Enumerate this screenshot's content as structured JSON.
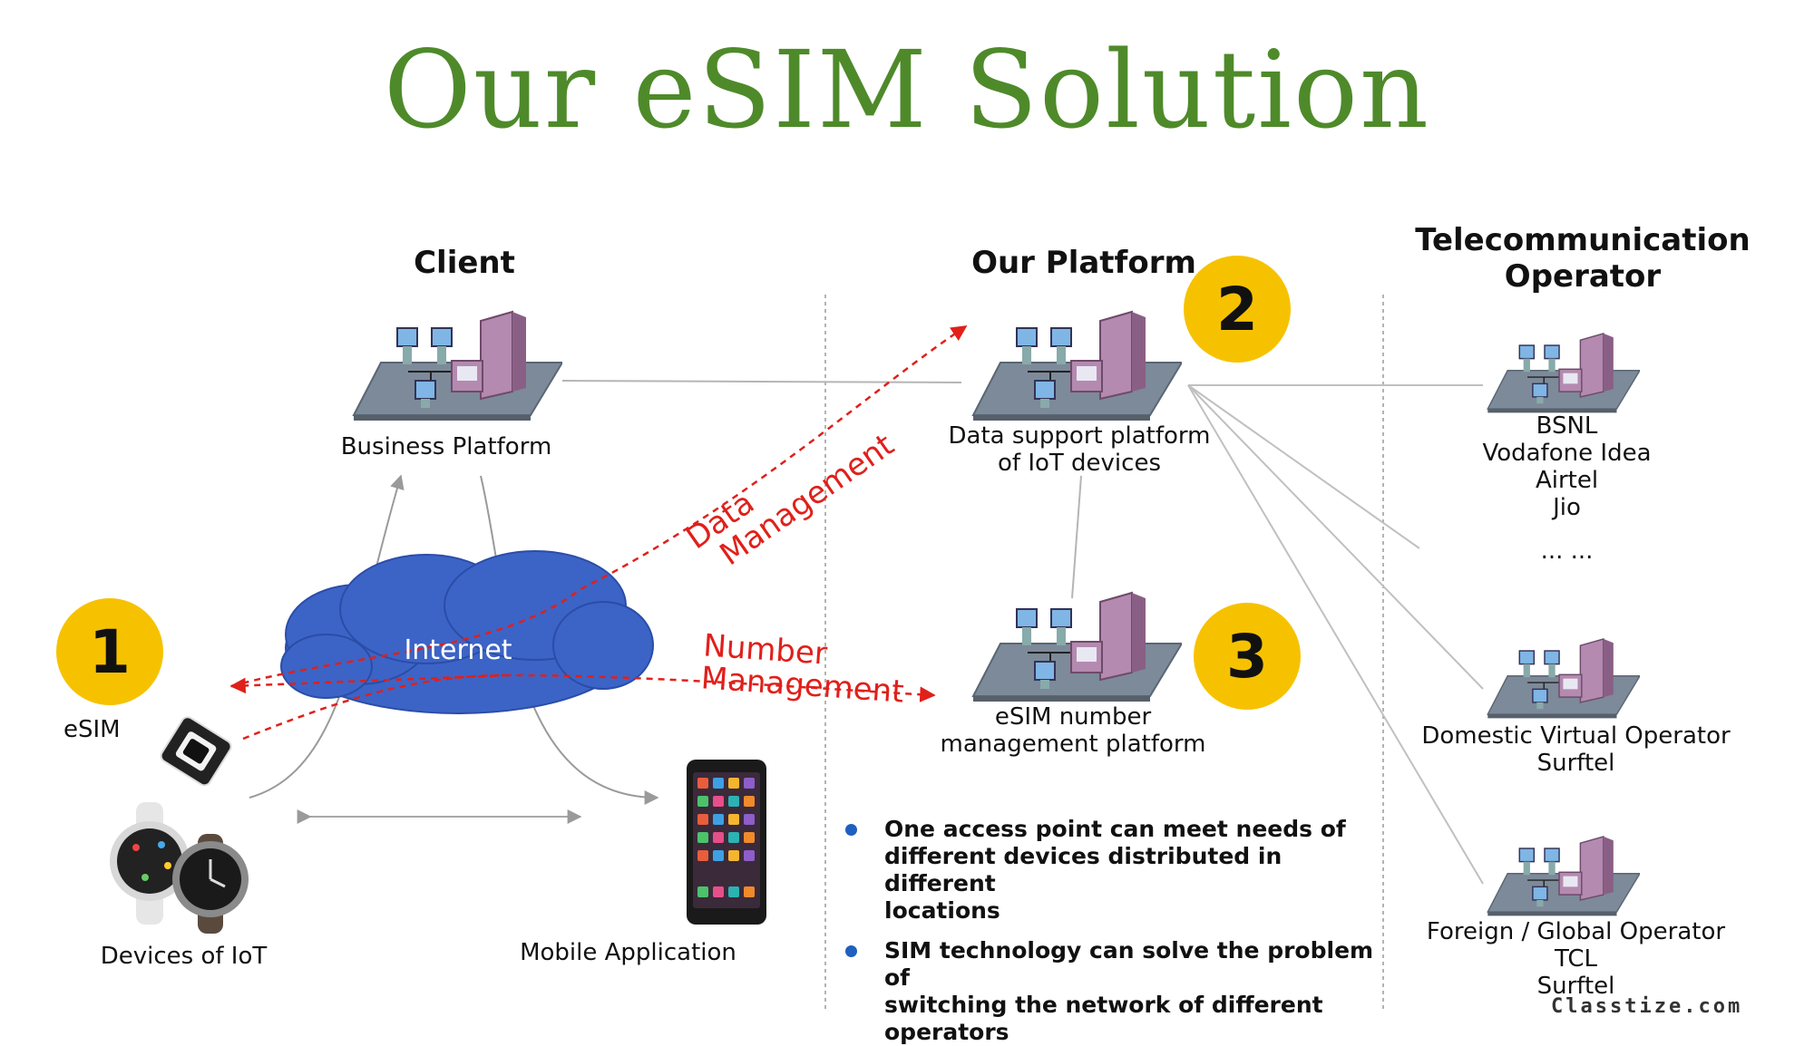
{
  "title": "Our eSIM Solution",
  "columns": {
    "client": "Client",
    "platform": "Our Platform",
    "operator_line1": "Telecommunication",
    "operator_line2": "Operator"
  },
  "nodes": {
    "business_platform": "Business Platform",
    "data_support_line1": "Data support platform",
    "data_support_line2": "of IoT devices",
    "esim_mgmt_line1": "eSIM number",
    "esim_mgmt_line2": "management platform",
    "internet": "Internet",
    "esim": "eSIM",
    "iot_devices": "Devices of IoT",
    "mobile_app": "Mobile Application"
  },
  "badges": {
    "one": "1",
    "two": "2",
    "three": "3"
  },
  "links": {
    "data_line1": "Data",
    "data_line2": "Management",
    "number_line1": "Number",
    "number_line2": "Management"
  },
  "operators": {
    "national": [
      "BSNL",
      "Vodafone Idea",
      "Airtel",
      "Jio",
      "... ..."
    ],
    "domestic_virtual": [
      "Domestic Virtual Operator",
      "Surftel"
    ],
    "foreign_global": [
      "Foreign / Global Operator",
      "TCL",
      "Surftel"
    ]
  },
  "bullets": [
    [
      "One access point can meet needs of",
      "different devices distributed in different",
      "locations"
    ],
    [
      "SIM technology can solve the problem of",
      "switching the network of different",
      "operators"
    ]
  ],
  "watermark": "Classtize.com",
  "colors": {
    "title_green": "#4e8a2a",
    "badge_yellow": "#f6c200",
    "link_red": "#e0201b",
    "cloud_blue": "#3c64c6"
  }
}
